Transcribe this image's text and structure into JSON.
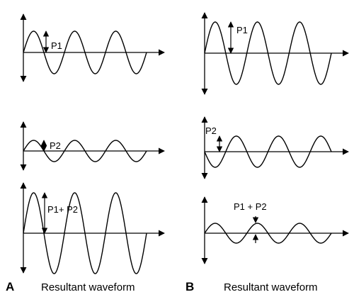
{
  "panels": [
    {
      "letter": "A",
      "caption": "Resultant waveform",
      "waves": [
        {
          "label": "P1",
          "amplitude": 1.0,
          "cycles": 3.0,
          "phase": "same"
        },
        {
          "label": "P2",
          "amplitude": 0.5,
          "cycles": 3.0,
          "phase": "same"
        },
        {
          "label": "P1+ P2",
          "amplitude": 1.5,
          "cycles": 3.0,
          "phase": "same"
        }
      ]
    },
    {
      "letter": "B",
      "caption": "Resultant waveform",
      "waves": [
        {
          "label": "P1",
          "amplitude": 1.0,
          "cycles": 3.0,
          "phase": "same"
        },
        {
          "label": "P2",
          "amplitude": 0.5,
          "cycles": 3.0,
          "phase": "opposite"
        },
        {
          "label": "P1 + P2",
          "amplitude": 0.5,
          "cycles": 3.0,
          "phase": "same"
        }
      ]
    }
  ],
  "colors": {
    "stroke": "#000000",
    "background": "#ffffff"
  }
}
